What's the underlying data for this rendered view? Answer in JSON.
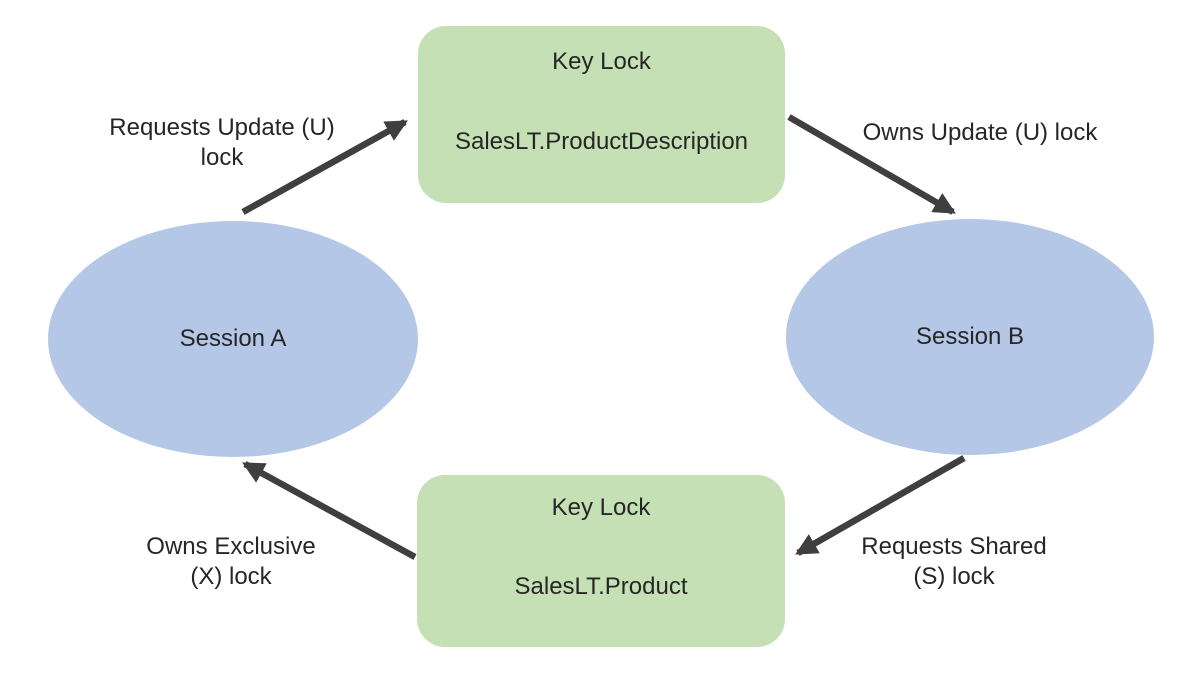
{
  "diagram": {
    "background": "#ffffff",
    "colors": {
      "lock_box_fill": "#c5e0b4",
      "session_fill": "#b4c7e7",
      "arrow": "#3f3f3f",
      "text": "#262626"
    },
    "nodes": {
      "product_description_lock": {
        "title": "Key Lock",
        "object_name": "SalesLT.ProductDescription"
      },
      "product_lock": {
        "title": "Key Lock",
        "object_name": "SalesLT.Product"
      },
      "session_a": {
        "label": "Session A"
      },
      "session_b": {
        "label": "Session B"
      }
    },
    "edges": {
      "session_a_requests_update": {
        "line1": "Requests Update (U)",
        "line2": "lock",
        "from": "session_a",
        "to": "product_description_lock"
      },
      "session_b_owns_update": {
        "line1": "Owns Update (U) lock",
        "from": "product_description_lock",
        "to": "session_b"
      },
      "session_b_requests_shared": {
        "line1": "Requests Shared",
        "line2": "(S) lock",
        "from": "session_b",
        "to": "product_lock"
      },
      "session_a_owns_exclusive": {
        "line1": "Owns Exclusive",
        "line2": "(X) lock",
        "from": "product_lock",
        "to": "session_a"
      }
    }
  }
}
